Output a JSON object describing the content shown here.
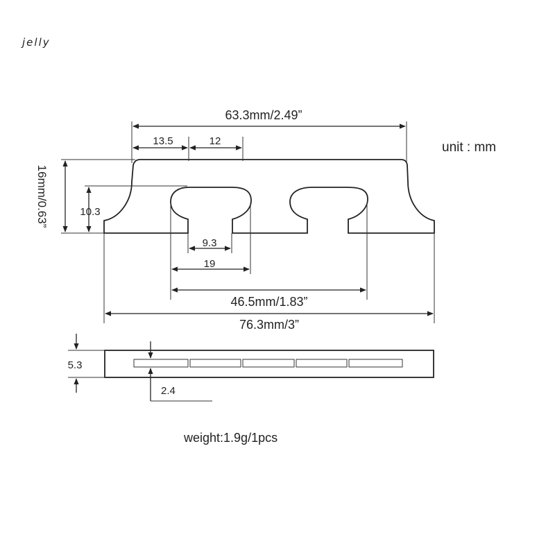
{
  "watermark": "jelly",
  "unit": "unit : mm",
  "weight": "weight:1.9g/1pcs",
  "dimensions": {
    "top_width": "63.3mm/2.49”",
    "left_offset": "13.5",
    "gap": "12",
    "height": "16mm/0.63”",
    "foot_height": "10.3",
    "slot_neck": "9.3",
    "slot_width": "19",
    "slot_span": "46.5mm/1.83”",
    "total_width": "76.3mm/3”",
    "thickness": "5.3",
    "string_groove": "2.4"
  }
}
